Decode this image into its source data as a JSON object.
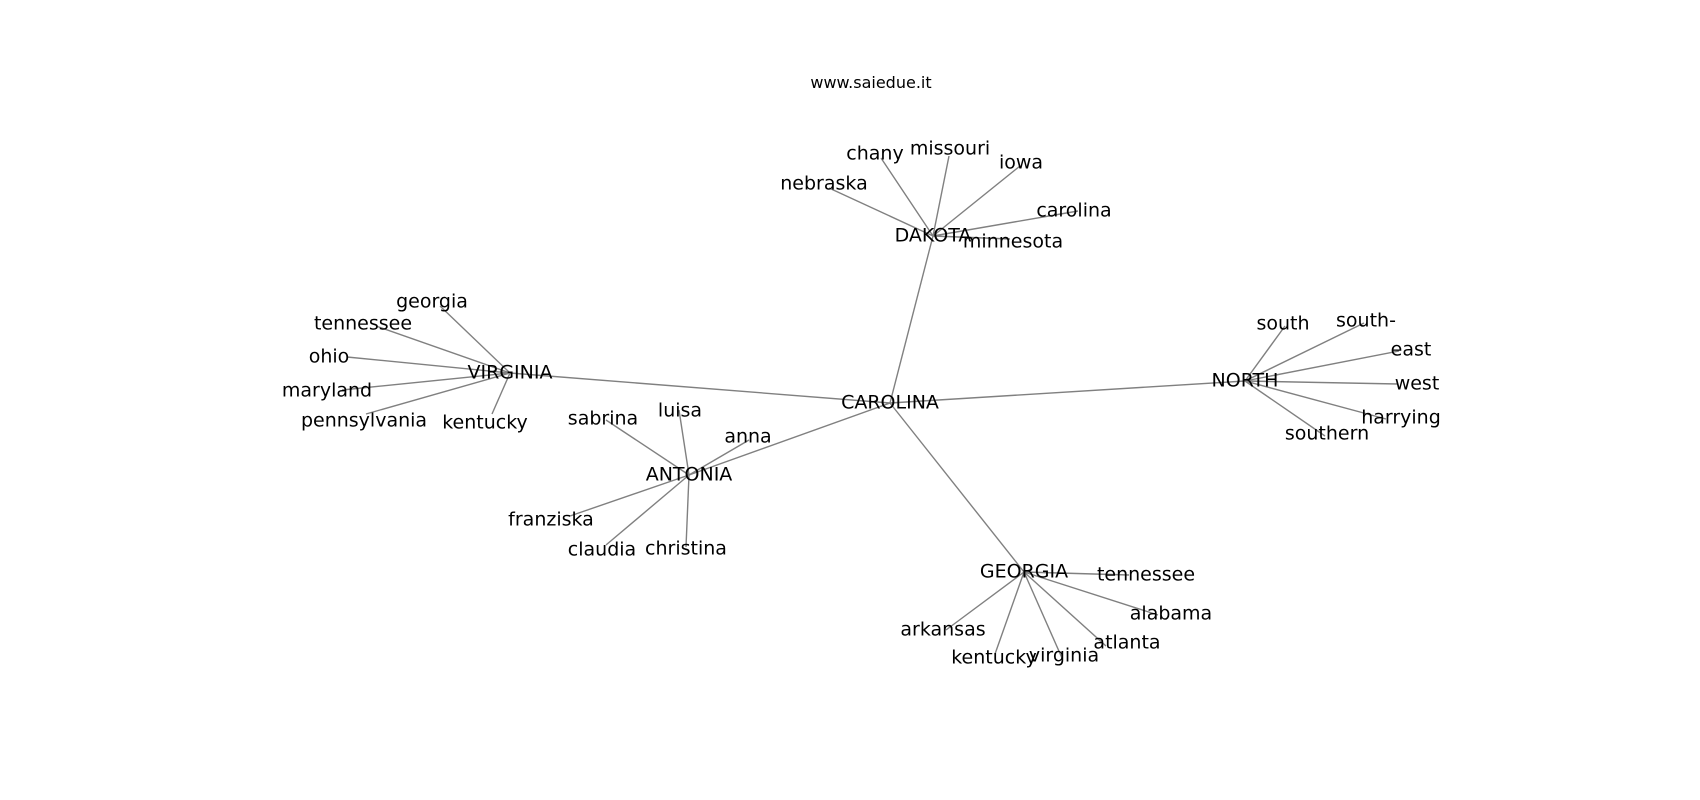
{
  "header": {
    "site": "www.saiedue.it"
  },
  "graph": {
    "edge_color": "#808080",
    "text_color": "#000000",
    "root": "CAROLINA",
    "hubs": [
      {
        "id": "dakota",
        "label": "DAKOTA",
        "leaves": [
          "chany",
          "missouri",
          "iowa",
          "nebraska",
          "carolina",
          "minnesota"
        ]
      },
      {
        "id": "virginia",
        "label": "VIRGINIA",
        "leaves": [
          "georgia",
          "tennessee",
          "ohio",
          "maryland",
          "pennsylvania",
          "kentucky"
        ]
      },
      {
        "id": "north",
        "label": "NORTH",
        "leaves": [
          "south",
          "south-",
          "east",
          "west",
          "harrying",
          "southern"
        ]
      },
      {
        "id": "antonia",
        "label": "ANTONIA",
        "leaves": [
          "sabrina",
          "luisa",
          "anna",
          "franziska",
          "claudia",
          "christina"
        ]
      },
      {
        "id": "georgia",
        "label": "GEORGIA",
        "leaves": [
          "tennessee",
          "alabama",
          "arkansas",
          "atlanta",
          "kentucky",
          "virginia"
        ]
      }
    ]
  }
}
